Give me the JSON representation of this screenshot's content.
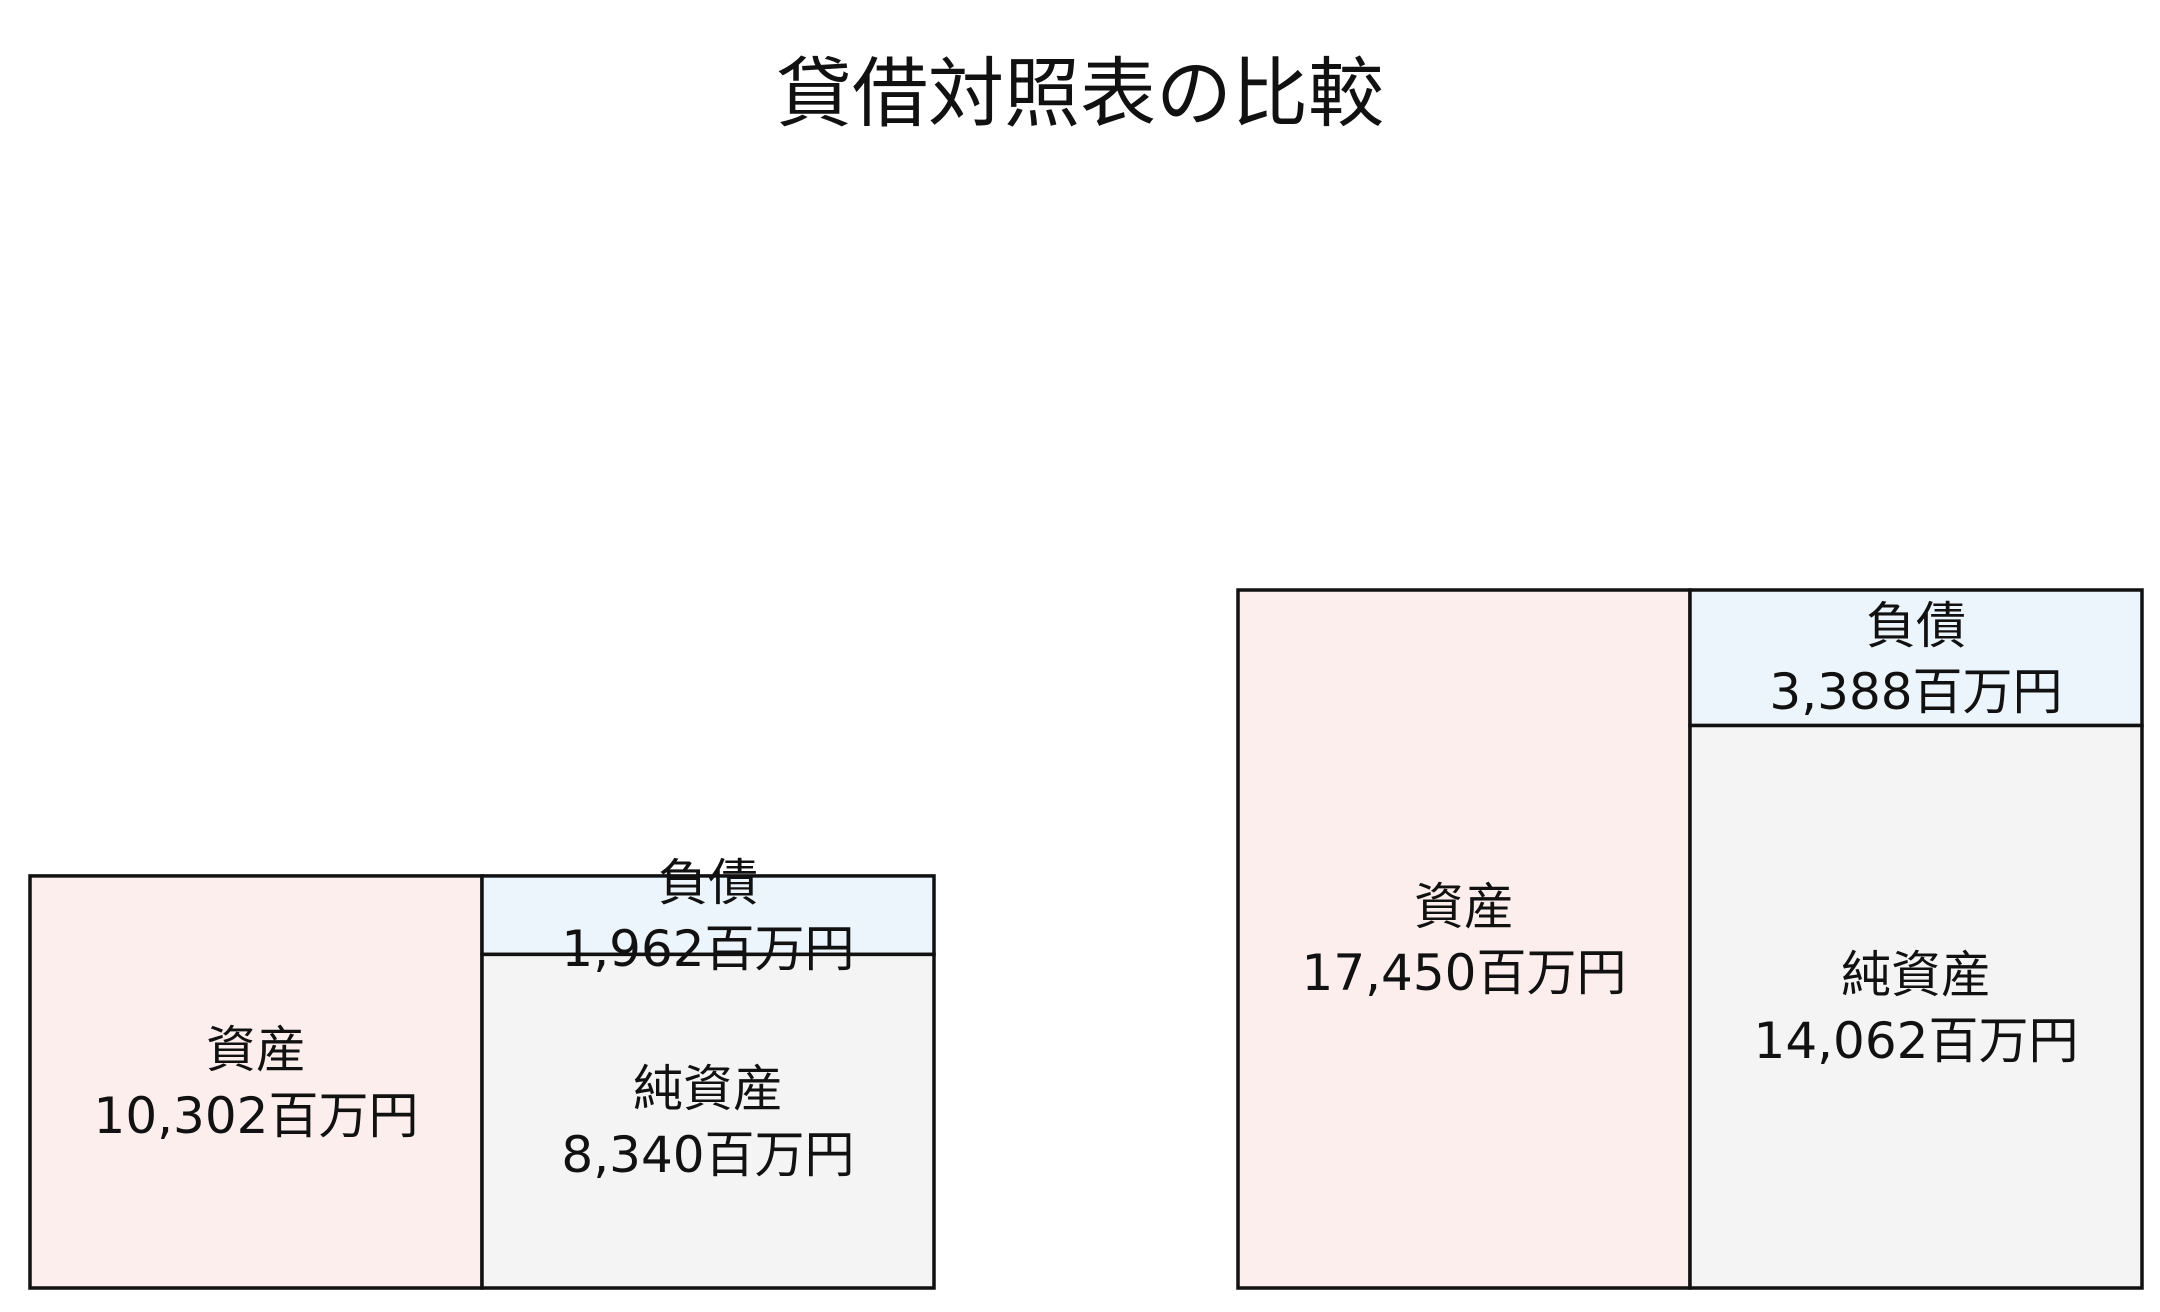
{
  "title": "貸借対照表の比較",
  "unit": "百万円",
  "colors": {
    "assets": "#fdeeee",
    "liabilities": "#edf5fc",
    "net_assets": "#f4f4f4",
    "border": "#111111"
  },
  "chart_data": [
    {
      "type": "balance-sheet",
      "assets": {
        "label": "資産",
        "value": 10302,
        "text": "10,302百万円"
      },
      "liabilities": {
        "label": "負債",
        "value": 1962,
        "text": "1,962百万円"
      },
      "net_assets": {
        "label": "純資産",
        "value": 8340,
        "text": "8,340百万円"
      }
    },
    {
      "type": "balance-sheet",
      "assets": {
        "label": "資産",
        "value": 17450,
        "text": "17,450百万円"
      },
      "liabilities": {
        "label": "負債",
        "value": 3388,
        "text": "3,388百万円"
      },
      "net_assets": {
        "label": "純資産",
        "value": 14062,
        "text": "14,062百万円"
      }
    }
  ]
}
